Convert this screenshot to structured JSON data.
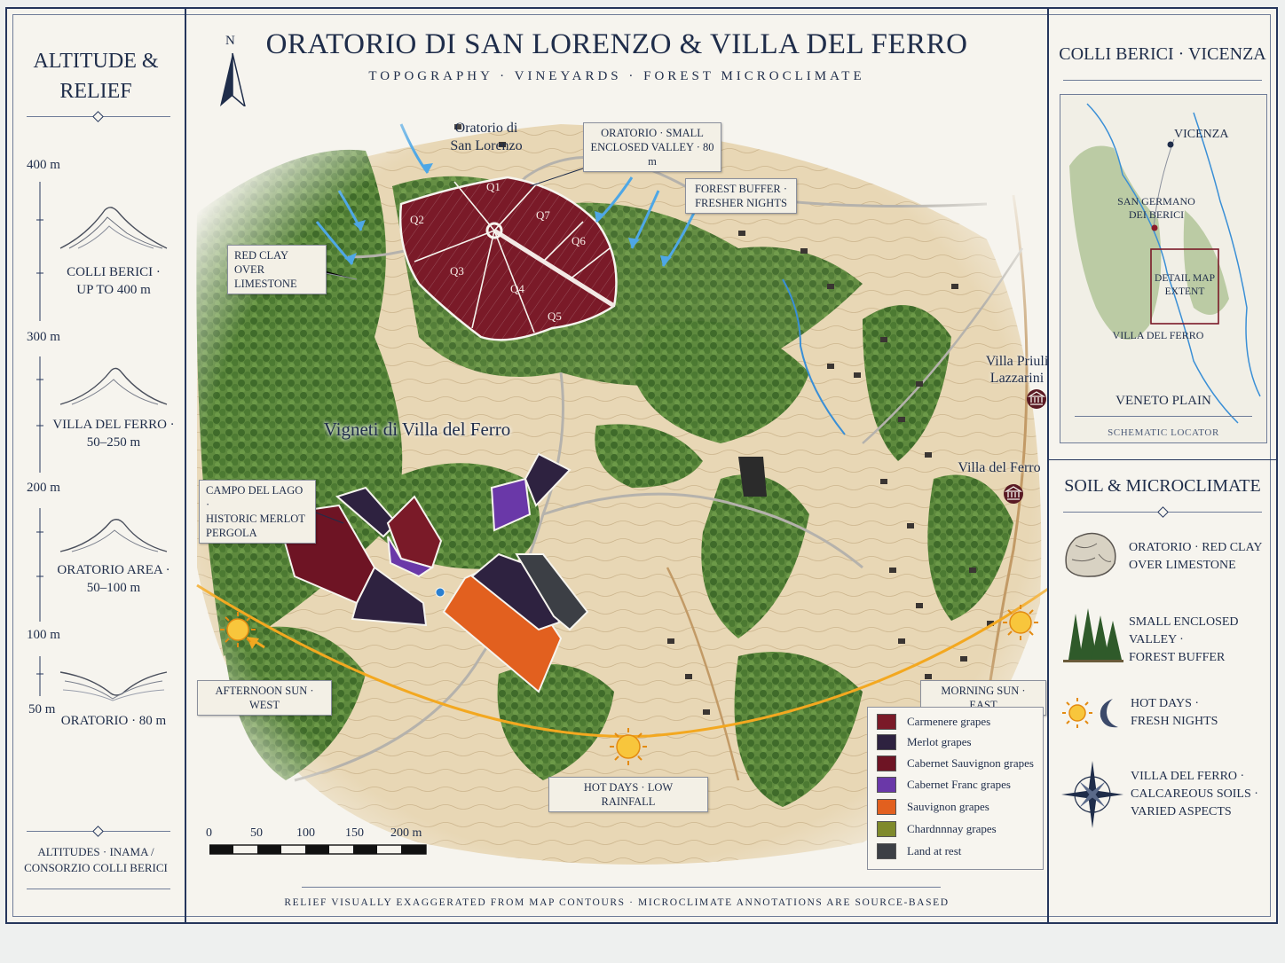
{
  "title": "ORATORIO DI SAN LORENZO & VILLA DEL FERRO",
  "subtitle": "TOPOGRAPHY · VINEYARDS · FOREST MICROCLIMATE",
  "compass_letter": "N",
  "left_panel": {
    "heading": "ALTITUDE & RELIEF",
    "scale_labels": [
      "400 m",
      "300 m",
      "200 m",
      "100 m",
      "50 m"
    ],
    "entries": [
      {
        "line1": "COLLI BERICI ·",
        "line2": "UP TO 400 m"
      },
      {
        "line1": "VILLA DEL FERRO ·",
        "line2": "50–250 m"
      },
      {
        "line1": "ORATORIO AREA ·",
        "line2": "50–100 m"
      },
      {
        "line1": "ORATORIO · 80 m",
        "line2": ""
      }
    ],
    "source_line1": "ALTITUDES · INAMA /",
    "source_line2": "CONSORZIO COLLI BERICI"
  },
  "right_panel": {
    "locator_heading": "COLLI BERICI · VICENZA",
    "locator_places": {
      "vicenza": "VICENZA",
      "san_germano_1": "SAN GERMANO",
      "san_germano_2": "DEI BERICI",
      "extent_1": "DETAIL MAP",
      "extent_2": "EXTENT",
      "villa": "VILLA DEL FERRO",
      "plain": "VENETO PLAIN"
    },
    "locator_caption": "SCHEMATIC LOCATOR",
    "soil_heading": "SOIL & MICROCLIMATE",
    "soil_items": [
      {
        "icon": "rock-icon",
        "line1": "ORATORIO · RED CLAY",
        "line2": "OVER LIMESTONE"
      },
      {
        "icon": "forest-icon",
        "line1": "SMALL ENCLOSED VALLEY ·",
        "line2": "FOREST BUFFER"
      },
      {
        "icon": "sun-moon-icon",
        "line1": "HOT DAYS ·",
        "line2": "FRESH NIGHTS"
      },
      {
        "icon": "compass-rose-icon",
        "line1": "VILLA DEL FERRO ·",
        "line2": "CALCAREOUS SOILS ·",
        "line3": "VARIED ASPECTS"
      }
    ]
  },
  "map": {
    "place_oratorio_1": "Oratorio di",
    "place_oratorio_2": "San Lorenzo",
    "place_vigneti": "Vigneti di Villa del Ferro",
    "place_priuli_1": "Villa Priuli",
    "place_priuli_2": "Lazzarini",
    "place_villa": "Villa del Ferro",
    "callouts": {
      "oratorio_valley_1": "ORATORIO · SMALL",
      "oratorio_valley_2": "ENCLOSED VALLEY · 80 m",
      "forest_buffer_1": "FOREST BUFFER ·",
      "forest_buffer_2": "FRESHER NIGHTS",
      "red_clay_1": "RED CLAY OVER",
      "red_clay_2": "LIMESTONE",
      "campo_1": "CAMPO DEL LAGO ·",
      "campo_2": "HISTORIC MERLOT",
      "campo_3": "PERGOLA",
      "afternoon": "AFTERNOON SUN · WEST",
      "morning": "MORNING SUN · EAST",
      "hot_days": "HOT DAYS · LOW RAINFALL"
    },
    "quadrants": [
      "Q1",
      "Q2",
      "Q3",
      "Q4",
      "Q5",
      "Q6",
      "Q7"
    ],
    "scale_bar": [
      "0",
      "50",
      "100",
      "150",
      "200 m"
    ],
    "footer_note": "RELIEF VISUALLY EXAGGERATED FROM MAP CONTOURS · MICROCLIMATE ANNOTATIONS ARE SOURCE-BASED"
  },
  "legend": [
    {
      "label": "Carmenere grapes",
      "color": "#7a1a28"
    },
    {
      "label": "Merlot grapes",
      "color": "#2e2240"
    },
    {
      "label": "Cabernet Sauvignon grapes",
      "color": "#6e1424"
    },
    {
      "label": "Cabernet Franc grapes",
      "color": "#6a38a8"
    },
    {
      "label": "Sauvignon grapes",
      "color": "#e2601f"
    },
    {
      "label": "Chardnnnay grapes",
      "color": "#7f8a2c"
    },
    {
      "label": "Land at rest",
      "color": "#3c3f45"
    }
  ]
}
